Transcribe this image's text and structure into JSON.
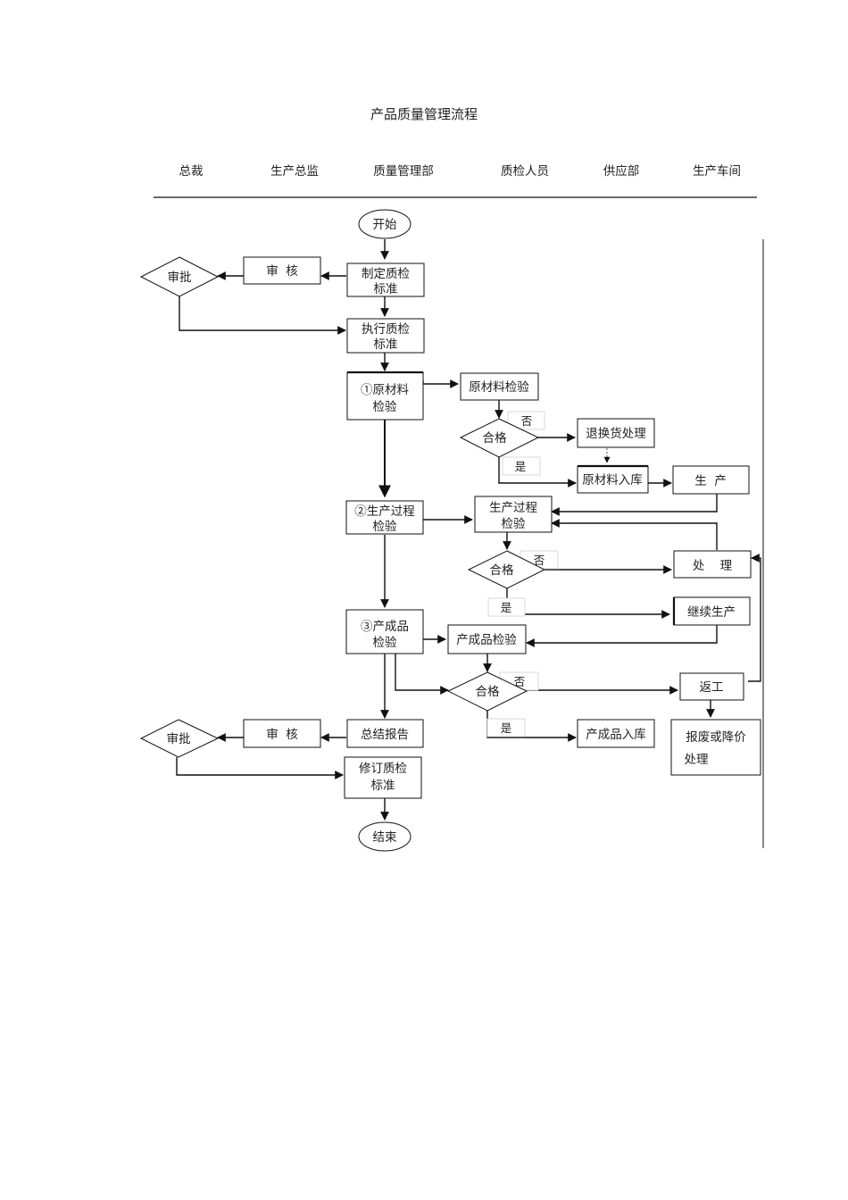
{
  "title": "产品质量管理流程",
  "lanes": [
    "总裁",
    "生产总监",
    "质量管理部",
    "质检人员",
    "供应部",
    "生产车间"
  ],
  "nodes": {
    "start": "开始",
    "approve1": "审批",
    "review1": "审  核",
    "make_std_1": "制定质检",
    "make_std_2": "标准",
    "exec_std_1": "执行质检",
    "exec_std_2": "标准",
    "raw_step_1": "①原材料",
    "raw_step_2": "检验",
    "raw_inspect": "原材料检验",
    "qualified1": "合格",
    "no1": "否",
    "return_exchange": "退换货处理",
    "yes1": "是",
    "raw_store": "原材料入库",
    "produce": "生  产",
    "proc_step_1": "②生产过程",
    "proc_step_2": "检验",
    "proc_inspect_1": "生产过程",
    "proc_inspect_2": "检验",
    "qualified2": "合格",
    "no2": "否",
    "handle": "处    理",
    "yes2": "是",
    "continue_prod": "继续生产",
    "fin_step_1": "③产成品",
    "fin_step_2": "检验",
    "fin_inspect": "产成品检验",
    "qualified3": "合格",
    "no3": "否",
    "rework": "返工",
    "yes3": "是",
    "fin_store": "产成品入库",
    "scrap_1": "报废或降价",
    "scrap_2": "处理",
    "summary": "总结报告",
    "review2": "审  核",
    "approve2": "审批",
    "revise_1": "修订质检",
    "revise_2": "标准",
    "end": "结束"
  }
}
